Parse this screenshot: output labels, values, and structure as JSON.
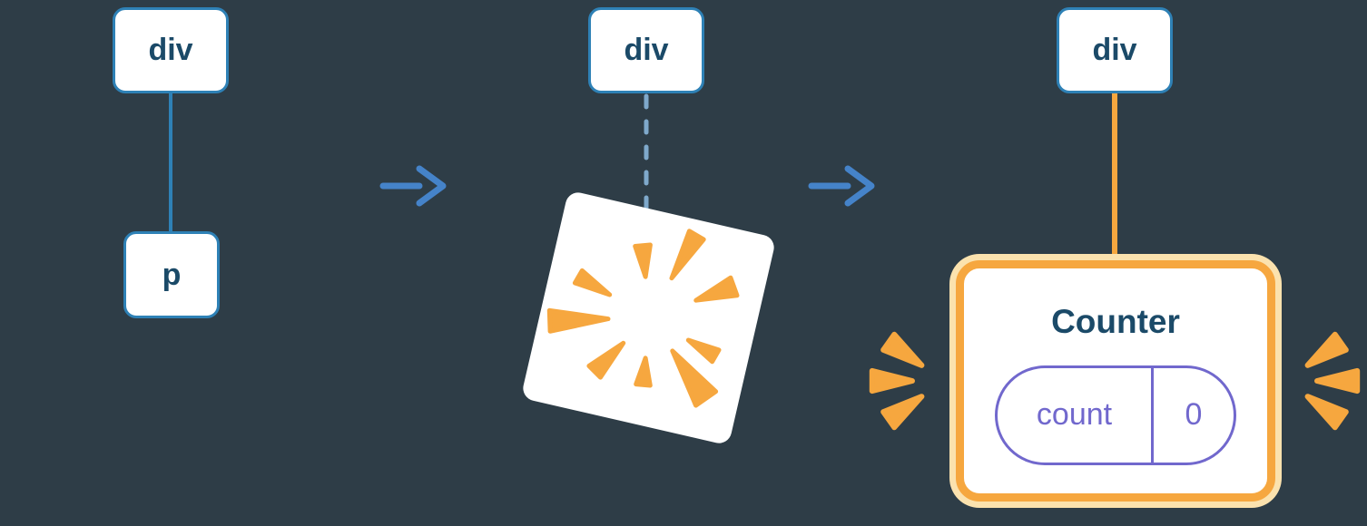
{
  "colors": {
    "bg": "#2e3d47",
    "node-border": "#2e81b6",
    "node-text": "#1b4a68",
    "connector": "#2e81b6",
    "connector-dashed": "#7fa9cb",
    "arrow": "#4583c9",
    "orange": "#f6a73f",
    "orange-light": "#fbe2ae",
    "purple": "#7168cd"
  },
  "diagram": {
    "panel_before": {
      "root_label": "div",
      "child_label": "p"
    },
    "panel_during": {
      "root_label": "div"
    },
    "panel_after": {
      "root_label": "div",
      "counter_title": "Counter",
      "state": {
        "key": "count",
        "value": "0"
      }
    }
  },
  "icons": {
    "arrow": "arrow-right-icon",
    "poof": "poof-burst-icon",
    "sparkle": "sparkle-emphasis-icon"
  }
}
